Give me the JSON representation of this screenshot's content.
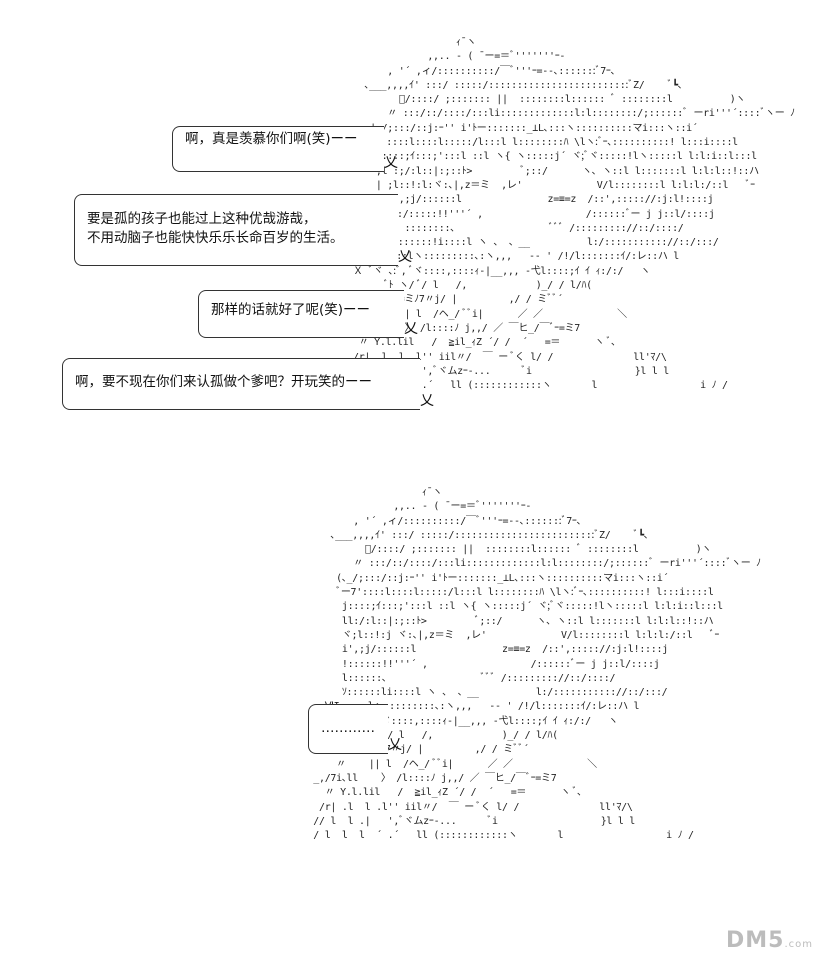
{
  "art": {
    "top": "                                    ｨ¯ヽ\n                               ,,.. - ( ¯ー=＝ﾞ'''''''ｰ-\n                        , '´ ,ィ/::::::::::/￣ﾞ'''ｰ=--､:::::::ﾞ7ｰ､\n                    ､___,,,,ｲ' :::/ :::::/:::::::::::::::::::::::::ﾞZ/    ﾞ┗､\n                          ﾞ/::::/ ;::::::: ||  ::::::::l:::::: ﾞ ::::::::l          )ヽ\n                        〃 :::/::/::::/:::li:::::::::::::l:l::::::::/;::::::ﾞ ーri'''´::::ﾞヽー ﾉ\n                     |_/;:::/::j:ｰ'' i'ﾄー:::::::_⊥L､:::ヽ::::::::::マi:::ヽ::i´\n                     ﾞ7'::::l::::l:::::/l:::l l::::::::ﾊ \\lヽ:ﾞｰ､::::::::::! l:::i::::l\n                      j::::;ｲ:::;':::l ::l ヽ{ ヽ:::::j´ ヾ;ﾞヾ:::::!lヽ:::::l l:l:i::l:::l\n                      ,l :;/:l::|:;::ﾄ>         ﾞ;::/      ヽ､ ヽ::l l:::::::l l:l:l::!::ハ\n                      | ;l::!:l:ヾ:､|,z＝ミ  ,レ'             V/l::::::::l l:l:l:/::l   ﾞｰ\n                      | i',;j/::::::l               z=≡=z  /::',::::://:j:l!::::j\n                    Ｘ j:::/:::::!!'''´ ,                  /::::::ﾞー j j::l/::::j\n                      j l| ::::::::､                 ﾞﾞﾞ /::::::::://::/::::/\n                      ､ ,l::::::!i::::l ヽ 、 、__          l:/::::::::::://::/:::/\n                   |ⅥI:::::lヽ:::::::::､:ヽ,,,   -- ' /!/l:::::::ｲ/:レ::ハ l\n                  Ｘ ﾞヾ ､:ﾞ, ﾞヾ::::,::::ｨ-|__,,, -弋l::::;ｲ ｲ ｨ:/:/   ヽ\n                        ﾞﾄ ヽ/ ﾞ/ l   /,            )_/ / l/ﾊ(\n                       ,z=≠ミﾉ7〃j/ |         ,/ / ミﾞﾞ´\n                          || l  /ヘ_/ ﾞﾞi|      ／ ／             ＼\n                           〉 /l::::ﾉ j,,/ ／ ￣ヒ_/￣ﾞｰ=ミ7\n                   〃 Y.l.lil   /  ≧il_ｨZ ´/ /  ´   =＝      ヽ ﾞ､\n                  /r| .l  l .l'' iil〃/  ￣ ー ﾞく l/ /              ll'ﾏ/\\\n                 // l  l .|   ',ﾞヾムzｰ-...      ﾞi                  }l l l\n                 / l  l  l  ´ .´   ll (::::::::::::ヽ       l                  i ﾉ /",
    "bottom": "                                    ｨ¯ヽ\n                               ,,.. - ( ¯ー=＝ﾞ'''''''ｰ-\n                        , '´ ,ィ/::::::::::/￣ﾞ'''ｰ=--､:::::::ﾞ7ｰ､\n                    ､___,,,,ｲ' :::/ :::::/:::::::::::::::::::::::::ﾞZ/    ﾞ┗､\n                          ﾞ/::::/ ;::::::: ||  ::::::::l:::::: ﾞ ::::::::l          )ヽ\n                        〃 :::/::/::::/:::li:::::::::::::l:l::::::::/;::::::ﾞ ーri'''´::::ﾞヽー ﾉ\n                     (､_/;:::/::j:ｰ'' i'ﾄー:::::::_⊥L､:::ヽ::::::::::マi:::ヽ::i´\n                     ﾞー7'::::l::::l:::::/l:::l l::::::::ﾊ \\lヽ:ﾞｰ､::::::::::! l:::i::::l\n                      j::::;ｲ:::;':::l ::l ヽ{ ヽ:::::j´ ヾ;ﾞヾ:::::!lヽ:::::l l:l:i::l:::l\n                      ll:/:l::|:;::ﾄ>         ﾞ;::/      ヽ､ ヽ::l l:::::::l l:l:l::!::ハ\n                      ヾ;l::!:j ヾ:､|,z＝ミ  ,レ'             V/l::::::::l l:l:l:/::l   ﾞｰ\n                      i',;j/::::::l               z=≡=z  /::',::::://:j:l!::::j\n                      !::::::!!'''´ ,                  /::::::ﾞー j j::l/::::j\n                      l::::::､                 ﾞﾞﾞ /::::::::://::/::::/\n                      ｿ::::::li::::l ヽ 、 、__          l:/::::::::::://::/:::/\n                   ⅥI:::::lヽ:::::::::､:ヽ,,,   -- ' /!/l:::::::ｲ/:レ::ハ l\n                     ﾞヾ ､:ﾞ, ﾞヾ::::,::::ｨ-|__,,, -弋l::::;ｲ ｲ ｨ:/:/   ヽ\n                        ﾞﾄ ヽ/ ﾞ/ l   /,            )_/ / l/ﾊ(\n                       ,z=≠ミﾉ7〃j/ |         ,/ / ミﾞﾞ´\n                     〃    || l  /ヘ_/ ﾞﾞi|      ／ ／             ＼\n                 _,/7i､ll    〉 /l::::ﾉ j,,/ ／ ￣ヒ_/￣ﾞｰ=ミ7\n                   〃 Y.l.lil   /  ≧il_ｨZ ´/ /  ´   =＝      ヽ ﾞ､\n                  /r| .l  l .l'' iil〃/  ￣ ー ﾞく l/ /              ll'ﾏ/\\\n                 // l  l .|   ',ﾞヾムzｰ-...      ﾞi                  }l l l\n                 / l  l  l  ´ .´   ll (::::::::::::ヽ       l                  i ﾉ /"
  },
  "bubbles": [
    {
      "lines": [
        "啊，真是羡慕你们啊(笑)ーー"
      ]
    },
    {
      "lines": [
        "要是孤的孩子也能过上这种优哉游哉，",
        "不用动脑子也能快快乐乐长命百岁的生活。"
      ]
    },
    {
      "lines": [
        "那样的话就好了呢(笑)ーー"
      ]
    },
    {
      "lines": [
        "啊，要不现在你们来认孤做个爹吧？开玩笑的ーー"
      ]
    },
    {
      "lines": [
        "…………"
      ]
    }
  ],
  "bubble_tail": "乂",
  "watermark": {
    "main": "DM5",
    "sub": ".com"
  }
}
